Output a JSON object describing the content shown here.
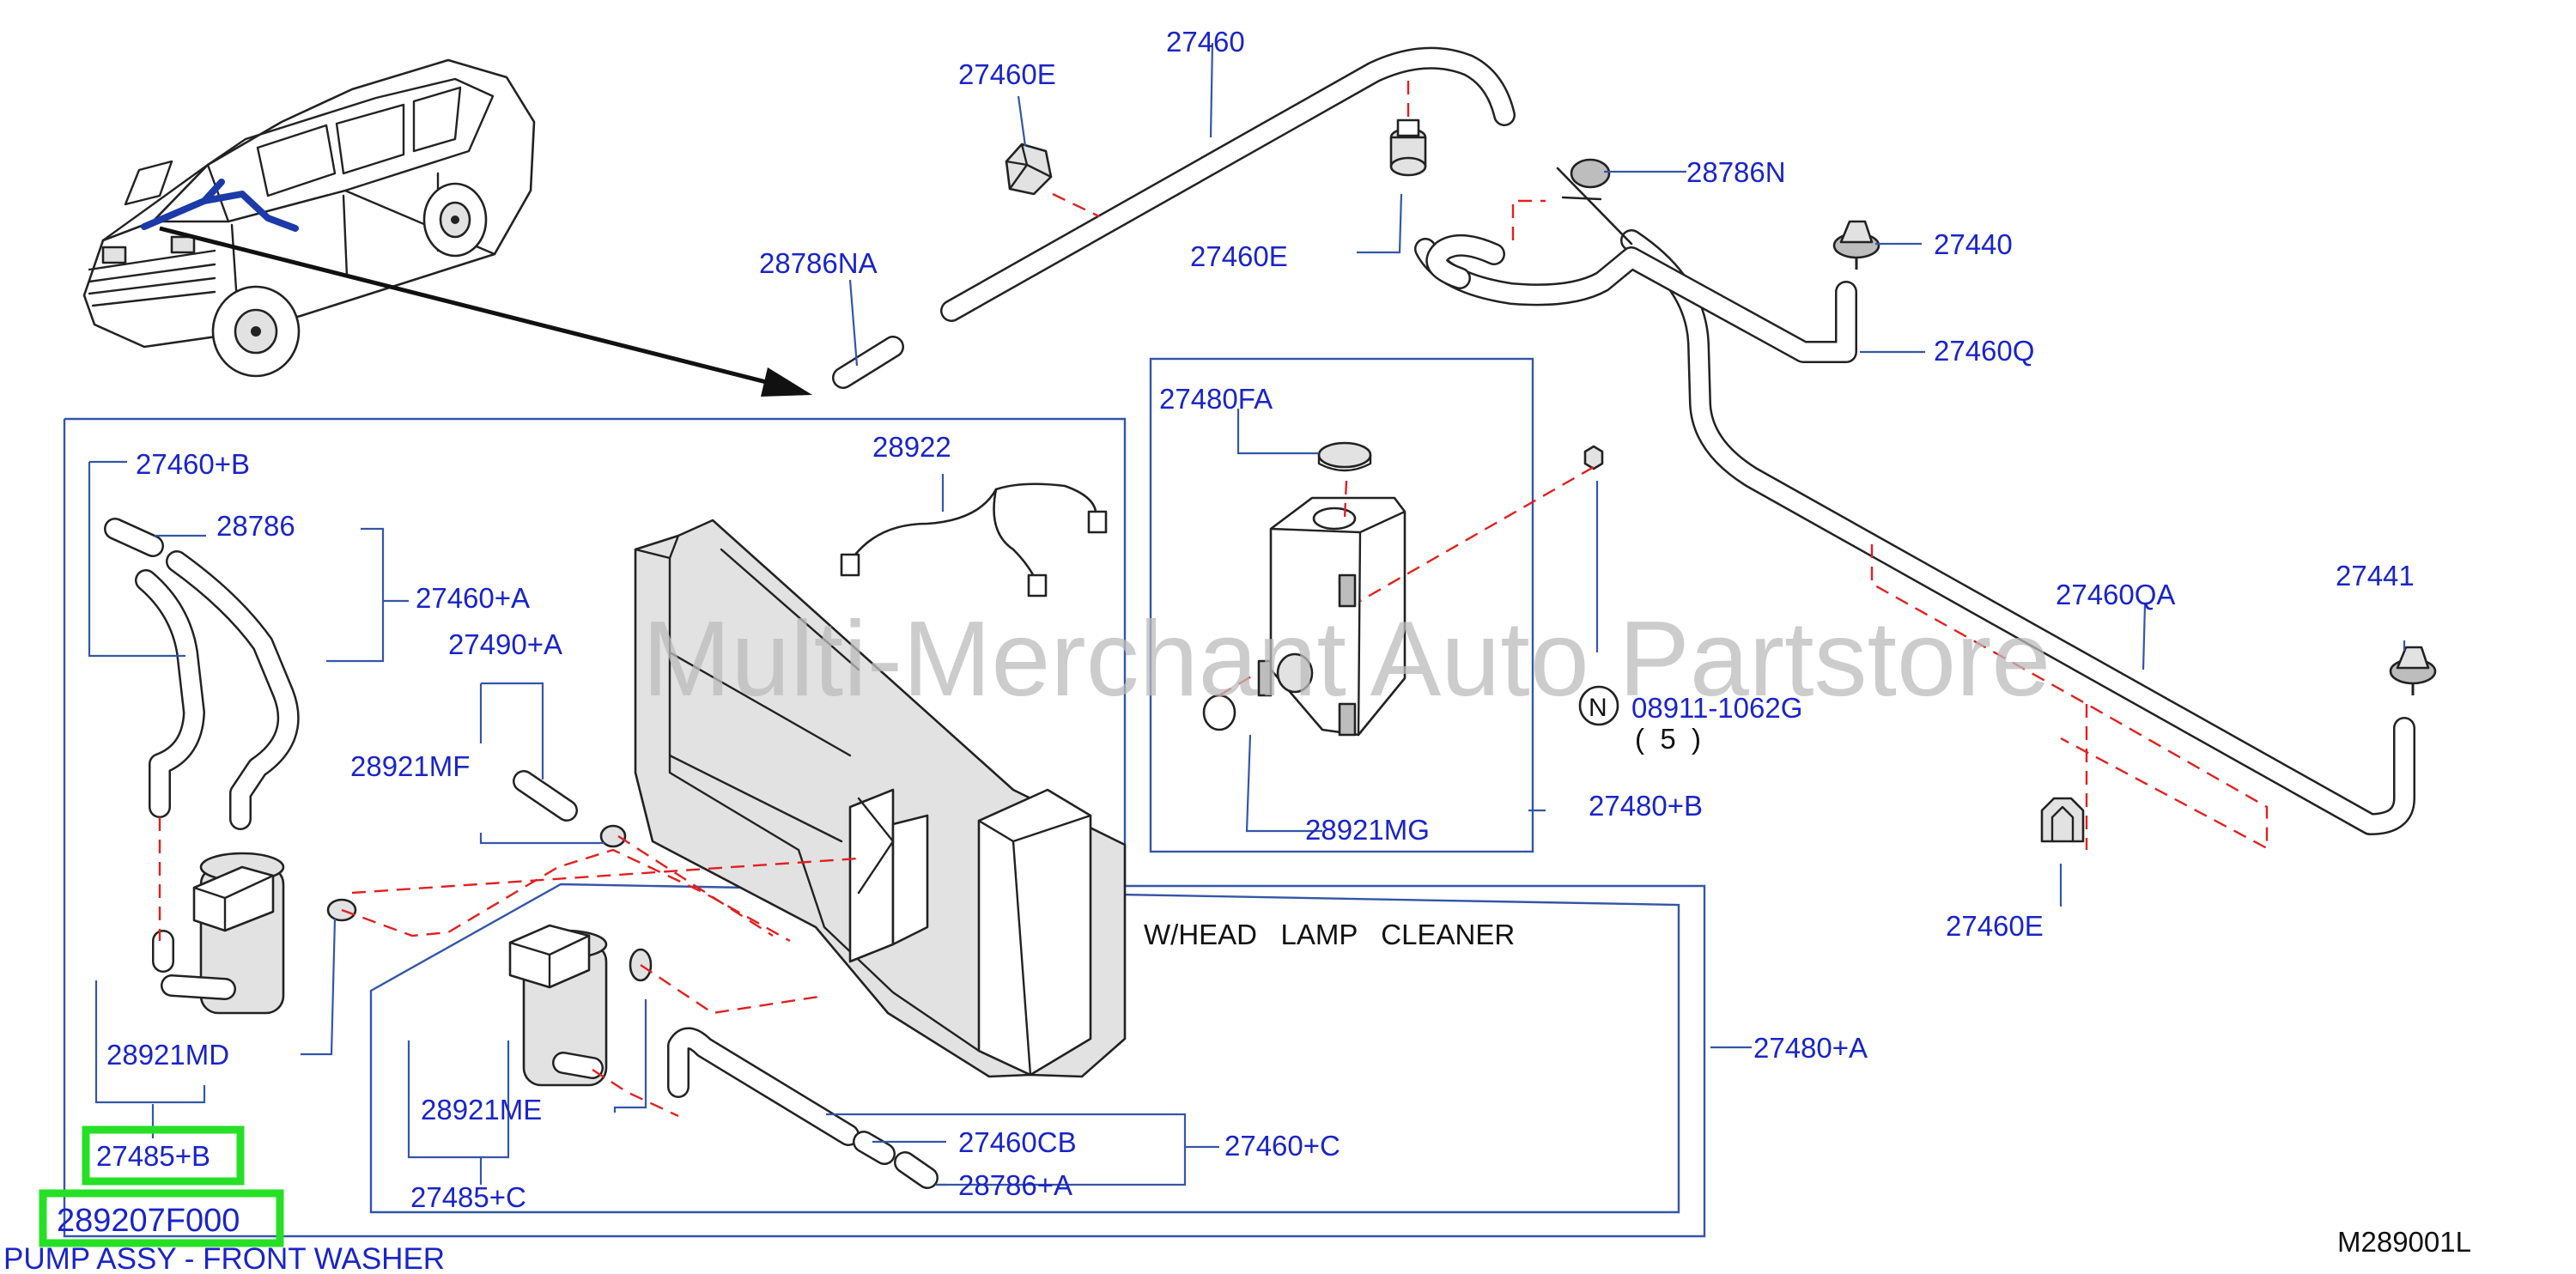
{
  "watermark": "Multi-Merchant Auto Partstore",
  "diagram_code": "M289001L",
  "inset_title": "W/HEAD   LAMP   CLEANER",
  "highlighted": {
    "part_number": "289207F000",
    "description": "PUMP ASSY - FRONT WASHER",
    "callout": "27485+B"
  },
  "bolt": {
    "symbol": "N",
    "number": "08911-1062G",
    "qty": "(  5  )"
  },
  "labels": {
    "l_27460_top": "27460",
    "l_27460e_top": "27460E",
    "l_28786na": "28786NA",
    "l_27460e_mid": "27460E",
    "l_28786n": "28786N",
    "l_27440": "27440",
    "l_27460q": "27460Q",
    "l_27480fa": "27480FA",
    "l_28922": "28922",
    "l_27460b": "27460+B",
    "l_28786": "28786",
    "l_27460a": "27460+A",
    "l_27490a": "27490+A",
    "l_28921mf": "28921MF",
    "l_28921mg": "28921MG",
    "l_27480b": "27480+B",
    "l_27460qa": "27460QA",
    "l_27441": "27441",
    "l_27460e_low": "27460E",
    "l_27480a": "27480+A",
    "l_28921md": "28921MD",
    "l_28921me": "28921ME",
    "l_27460cb": "27460CB",
    "l_27460c": "27460+C",
    "l_28786a": "28786+A",
    "l_27485c": "27485+C"
  },
  "colors": {
    "label_blue": "#1a24c8",
    "frame_blue": "#3456a8",
    "dashed_red": "#e02020",
    "highlight_green": "#26e026"
  }
}
